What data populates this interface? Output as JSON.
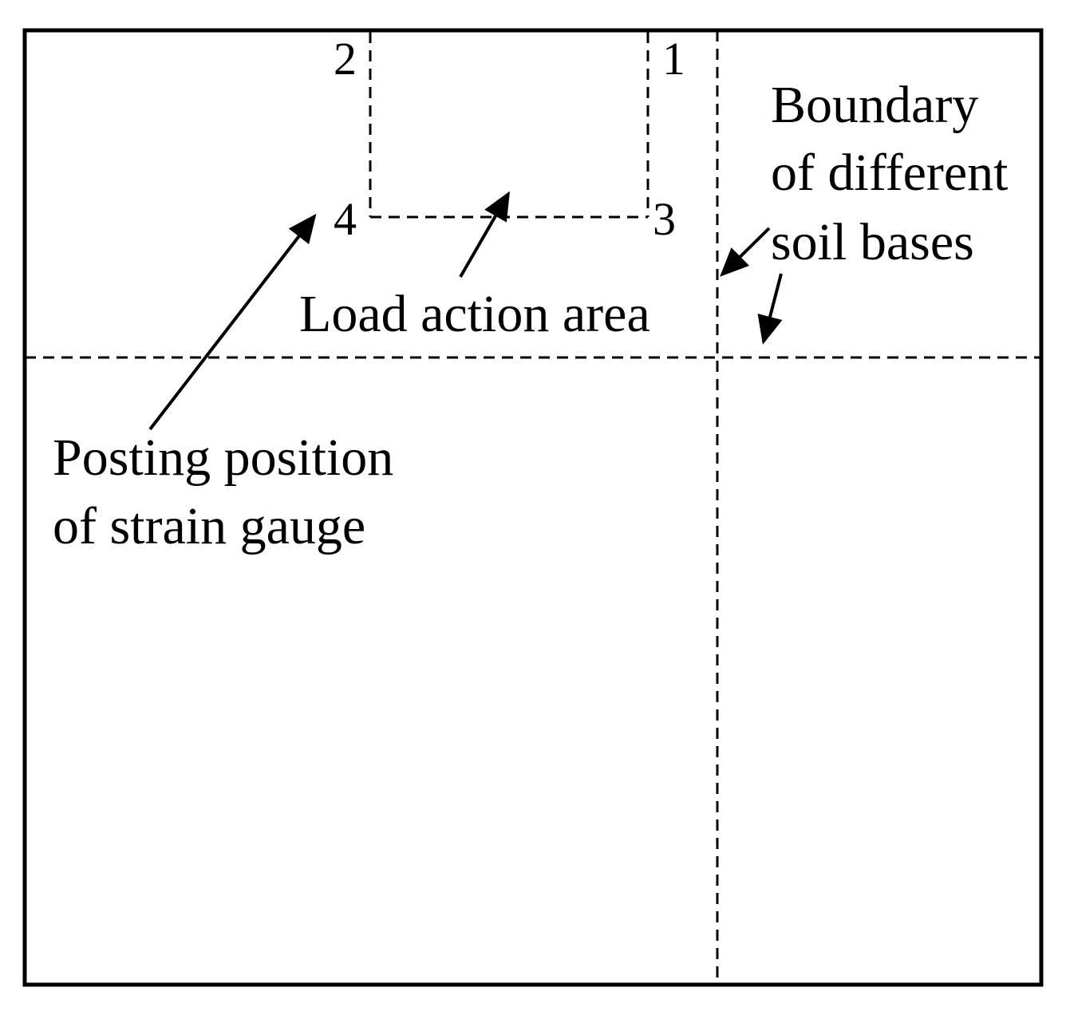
{
  "diagram": {
    "corner_labels": {
      "c1": "1",
      "c2": "2",
      "c3": "3",
      "c4": "4"
    },
    "labels": {
      "load_action_area": "Load action area",
      "strain_gauge_line1": "Posting position",
      "strain_gauge_line2": "of strain gauge",
      "boundary_line1": "Boundary",
      "boundary_line2": "of different",
      "boundary_line3": "soil bases"
    },
    "colors": {
      "ink": "#000000",
      "background": "#ffffff"
    }
  }
}
